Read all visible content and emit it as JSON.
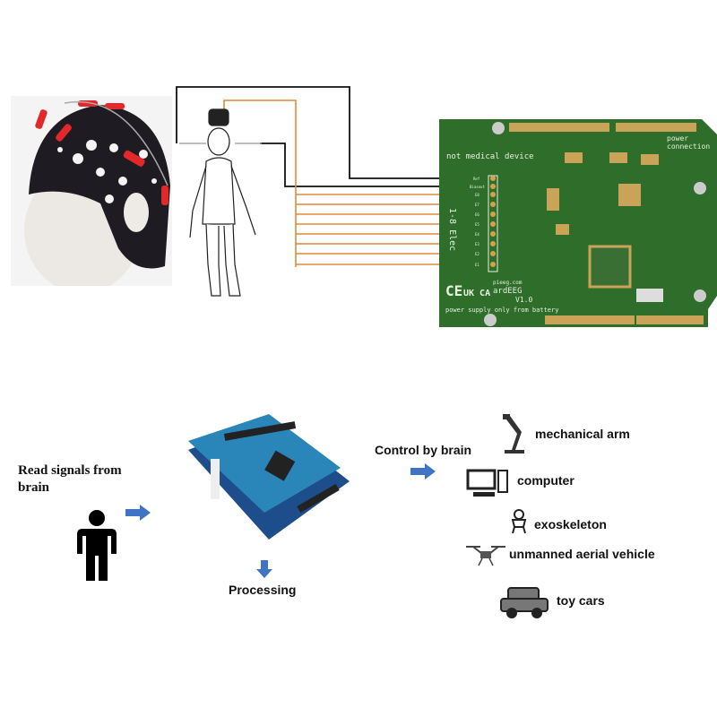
{
  "top": {
    "pcb": {
      "warning": "not medical device",
      "electrode_label": "1-8 Elec",
      "pins": [
        "Ref",
        "Biasout",
        "E8",
        "E7",
        "E6",
        "E5",
        "E4",
        "E3",
        "E2",
        "E1"
      ],
      "brand_url": "pieeg.com",
      "product": "ardEEG",
      "version": "V1.0",
      "ce_mark": "CE",
      "ukca_mark": "UK CA",
      "power_note": "power supply only from battery",
      "power_label": "power connection"
    }
  },
  "bottom": {
    "input_label": "Read signals from brain",
    "processing_label": "Processing",
    "control_label": "Control by brain",
    "outputs": [
      {
        "icon": "robot-arm-icon",
        "label": "mechanical arm"
      },
      {
        "icon": "computer-icon",
        "label": "computer"
      },
      {
        "icon": "exoskeleton-icon",
        "label": "exoskeleton"
      },
      {
        "icon": "drone-icon",
        "label": "unmanned aerial vehicle"
      },
      {
        "icon": "car-icon",
        "label": "toy cars"
      }
    ]
  },
  "colors": {
    "pcb_green": "#2f6d2b",
    "wire_orange": "#e08a3a",
    "arrow_blue": "#3f73c4"
  }
}
